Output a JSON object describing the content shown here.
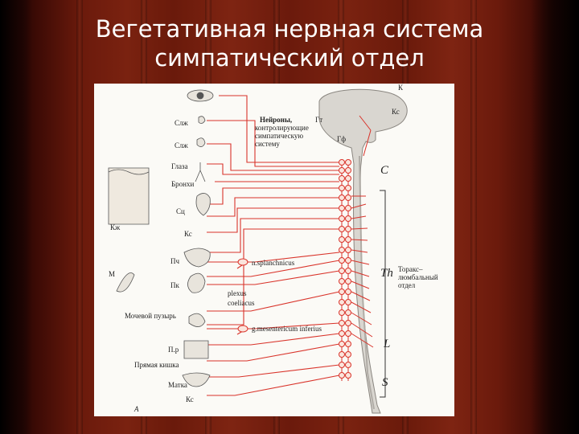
{
  "slide": {
    "title_line1": "Вегетативная нервная система",
    "title_line2": "симпатический отдел"
  },
  "figure": {
    "labels": {
      "K": "К",
      "Kc_top": "Кс",
      "neurons": "Нейроны,",
      "controlling": "контролирующие",
      "sympathetic": "симпатическую",
      "system": "систему",
      "Gt": "Гт",
      "Gf": "Гф",
      "C": "C",
      "Th": "Th",
      "L": "L",
      "S": "S",
      "thoraco1": "Торакс–",
      "thoraco2": "люмбальный",
      "thoraco3": "отдел",
      "Slzh1": "Слж",
      "Slzh2": "Слж",
      "glaza": "Глаза",
      "bronhi": "Бронхи",
      "Sc": "Сц",
      "Kzh": "Кж",
      "Kc_mid": "Кс",
      "Pch": "Пч",
      "M": "М",
      "Pk": "Пк",
      "n_splanchnicus": "n.splanchnicus",
      "plexus": "plexus",
      "coeliacus": "coeliacus",
      "bladder": "Мочевой пузырь",
      "g_mesenterica": "g.mesentericum inferius",
      "Pzh": "П.р",
      "rectum": "Прямая кишка",
      "uterus": "Матка",
      "Kc_bottom": "Кс",
      "A": "А"
    }
  }
}
